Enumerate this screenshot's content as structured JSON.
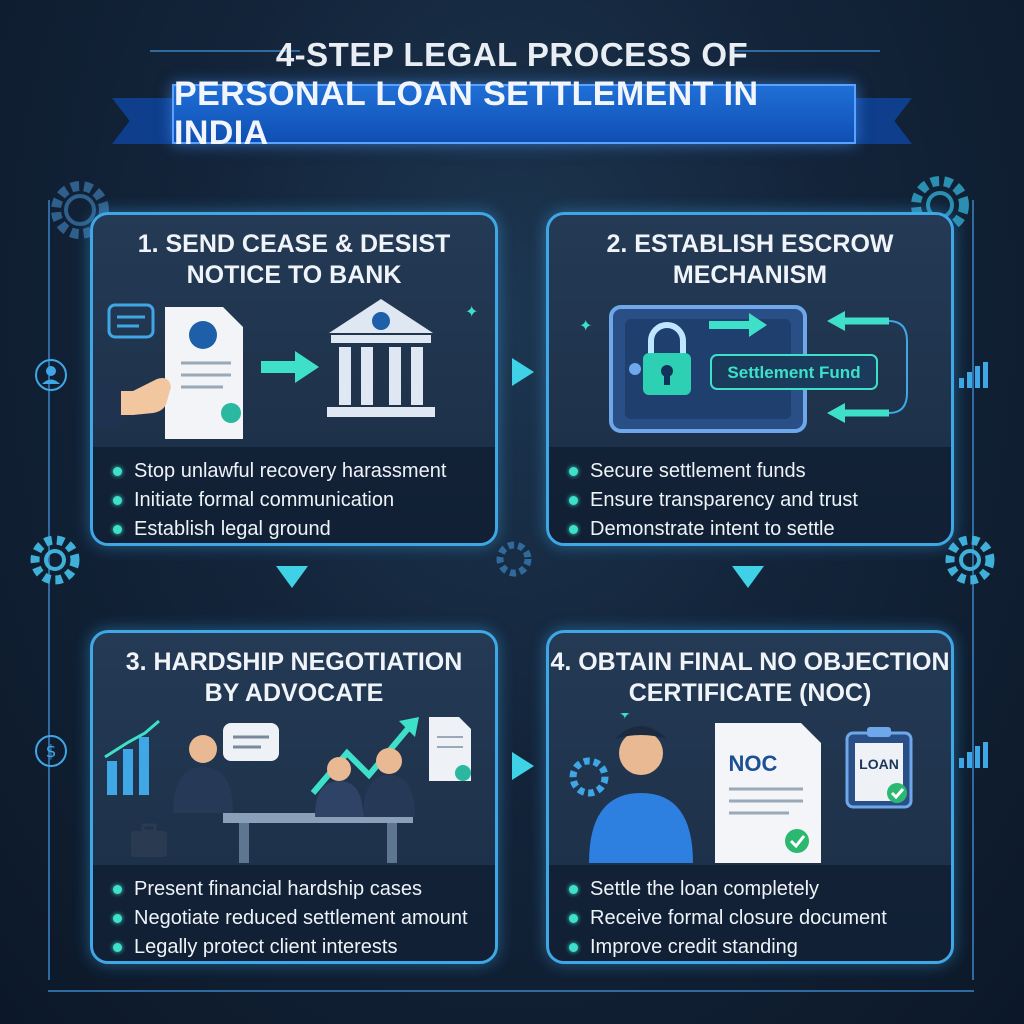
{
  "title": {
    "line1": "4-STEP LEGAL PROCESS OF",
    "line2": "PERSONAL LOAN SETTLEMENT IN INDIA"
  },
  "steps": [
    {
      "title_line1": "1.  SEND CEASE & DESIST",
      "title_line2": "NOTICE TO BANK",
      "bullets": [
        "Stop unlawful recovery harassment",
        "Initiate formal communication",
        "Establish legal ground"
      ]
    },
    {
      "title_line1": "2.  ESTABLISH ESCROW",
      "title_line2": "MECHANISM",
      "tag": "Settlement Fund",
      "bullets": [
        "Secure settlement funds",
        "Ensure transparency and trust",
        "Demonstrate intent to settle"
      ]
    },
    {
      "title_line1": "3.  HARDSHIP NEGOTIATION",
      "title_line2": "BY ADVOCATE",
      "bullets": [
        "Present financial hardship cases",
        "Negotiate reduced settlement amount",
        "Legally protect client interests"
      ]
    },
    {
      "title_line1": "4.  OBTAIN FINAL NO OBJECTION",
      "title_line2": "CERTIFICATE (NOC)",
      "doc_label": "NOC",
      "board_label": "LOAN",
      "bullets": [
        "Settle the loan completely",
        "Receive formal closure document",
        "Improve credit standing"
      ]
    }
  ],
  "colors": {
    "accent": "#3fa7e6",
    "teal": "#3ee0c9",
    "banner": "#1f6fd6"
  }
}
